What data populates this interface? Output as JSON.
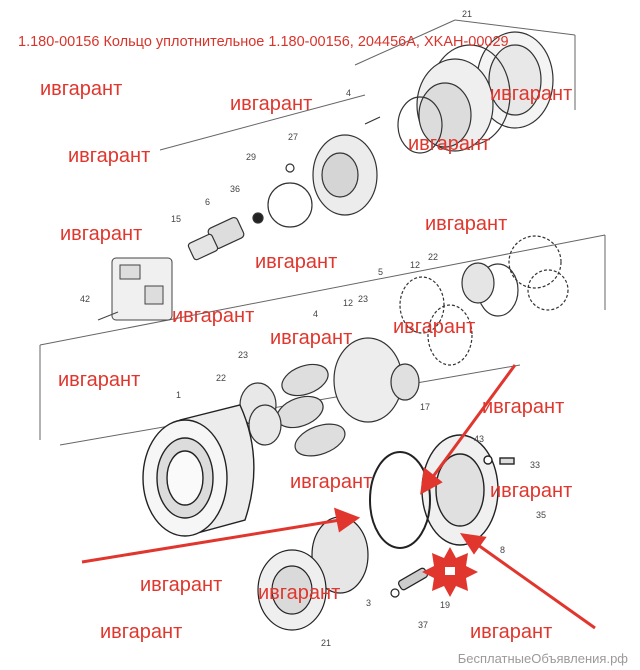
{
  "title": "1.180-00156 Кольцо уплотнительное 1.180-00156, 204456A, XKAH-00029",
  "watermark": "ивгарант",
  "footer": "БесплатныеОбъявления.рф",
  "part_numbers": [
    "21",
    "4",
    "27",
    "29",
    "36",
    "6",
    "15",
    "42",
    "5",
    "12",
    "22",
    "12",
    "23",
    "4",
    "23",
    "22",
    "1",
    "17",
    "43",
    "33",
    "35",
    "8",
    "3",
    "37",
    "19",
    "21"
  ],
  "colors": {
    "accent": "#e0362d",
    "line": "#333333"
  }
}
